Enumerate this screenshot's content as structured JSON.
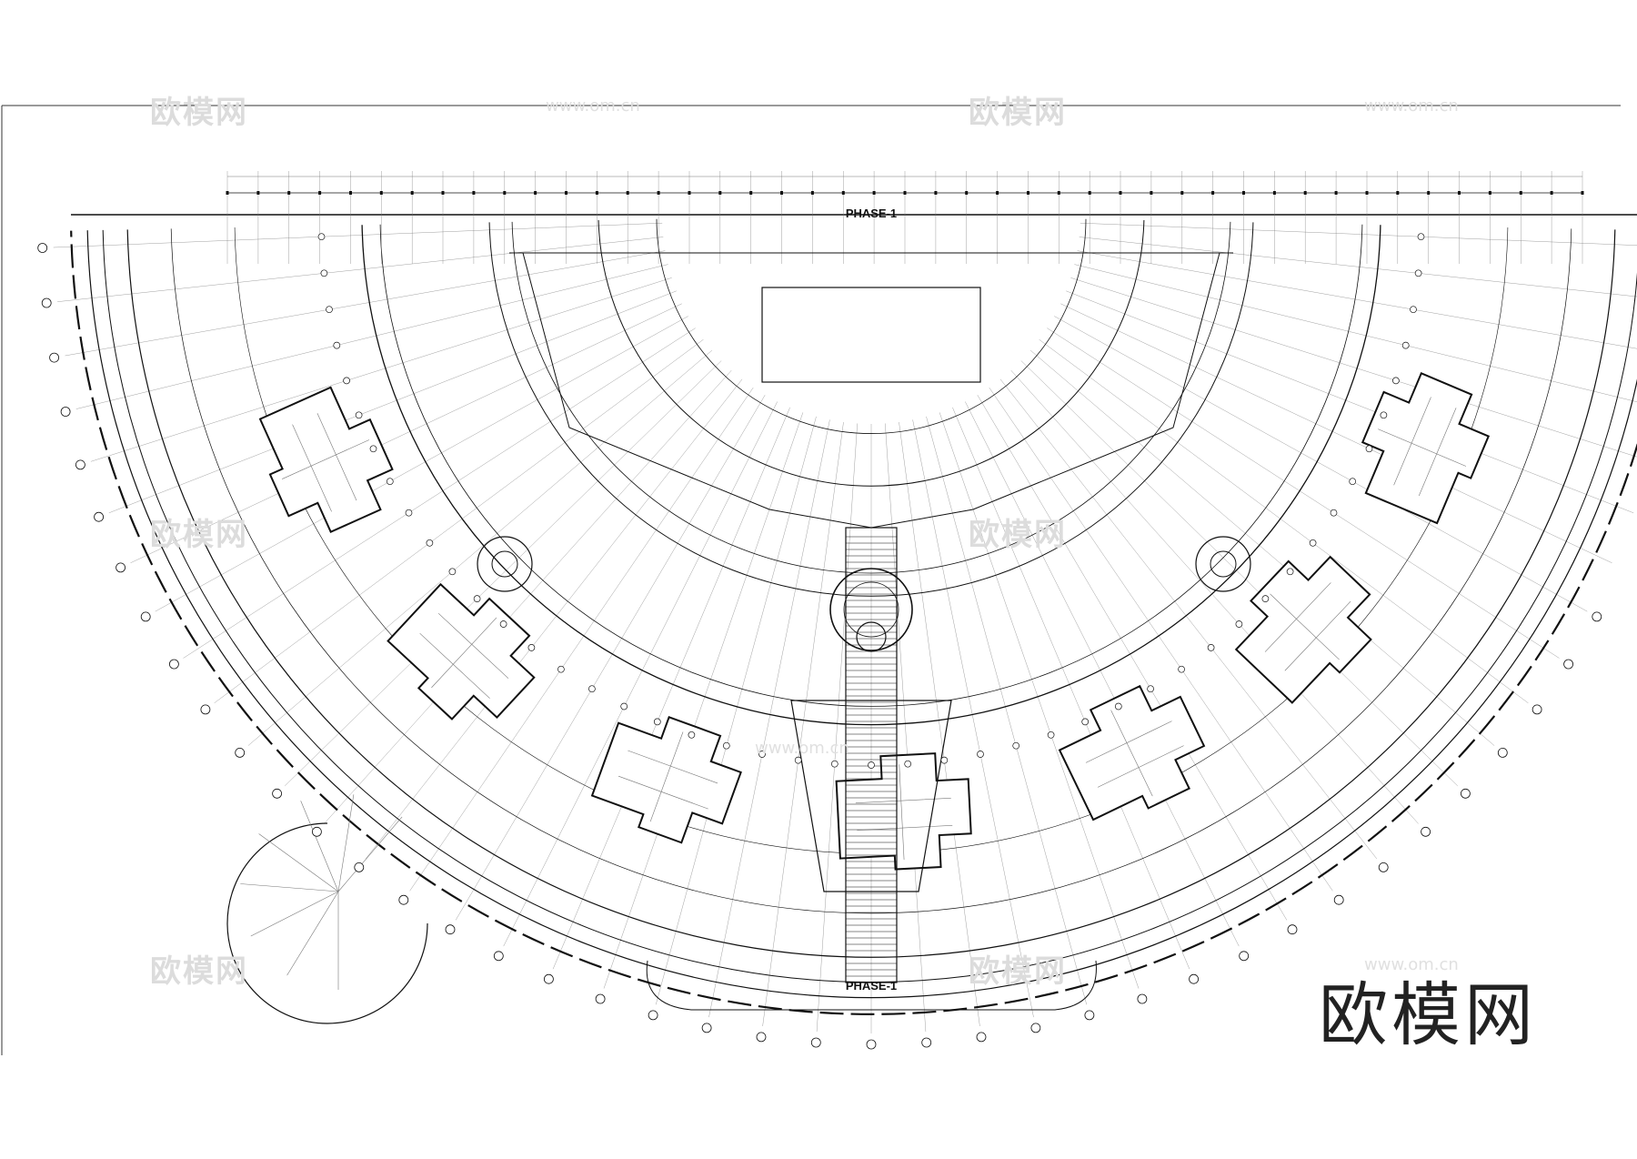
{
  "labels": {
    "phase_top": "PHASE-1",
    "phase_bottom": "PHASE-1"
  },
  "watermark": {
    "brand": "欧模网",
    "url": "www.om.cn"
  },
  "logo": "欧模网",
  "colors": {
    "line": "#111111",
    "grid": "#777777",
    "watermark": "#dcdcdc",
    "background": "#ffffff"
  }
}
